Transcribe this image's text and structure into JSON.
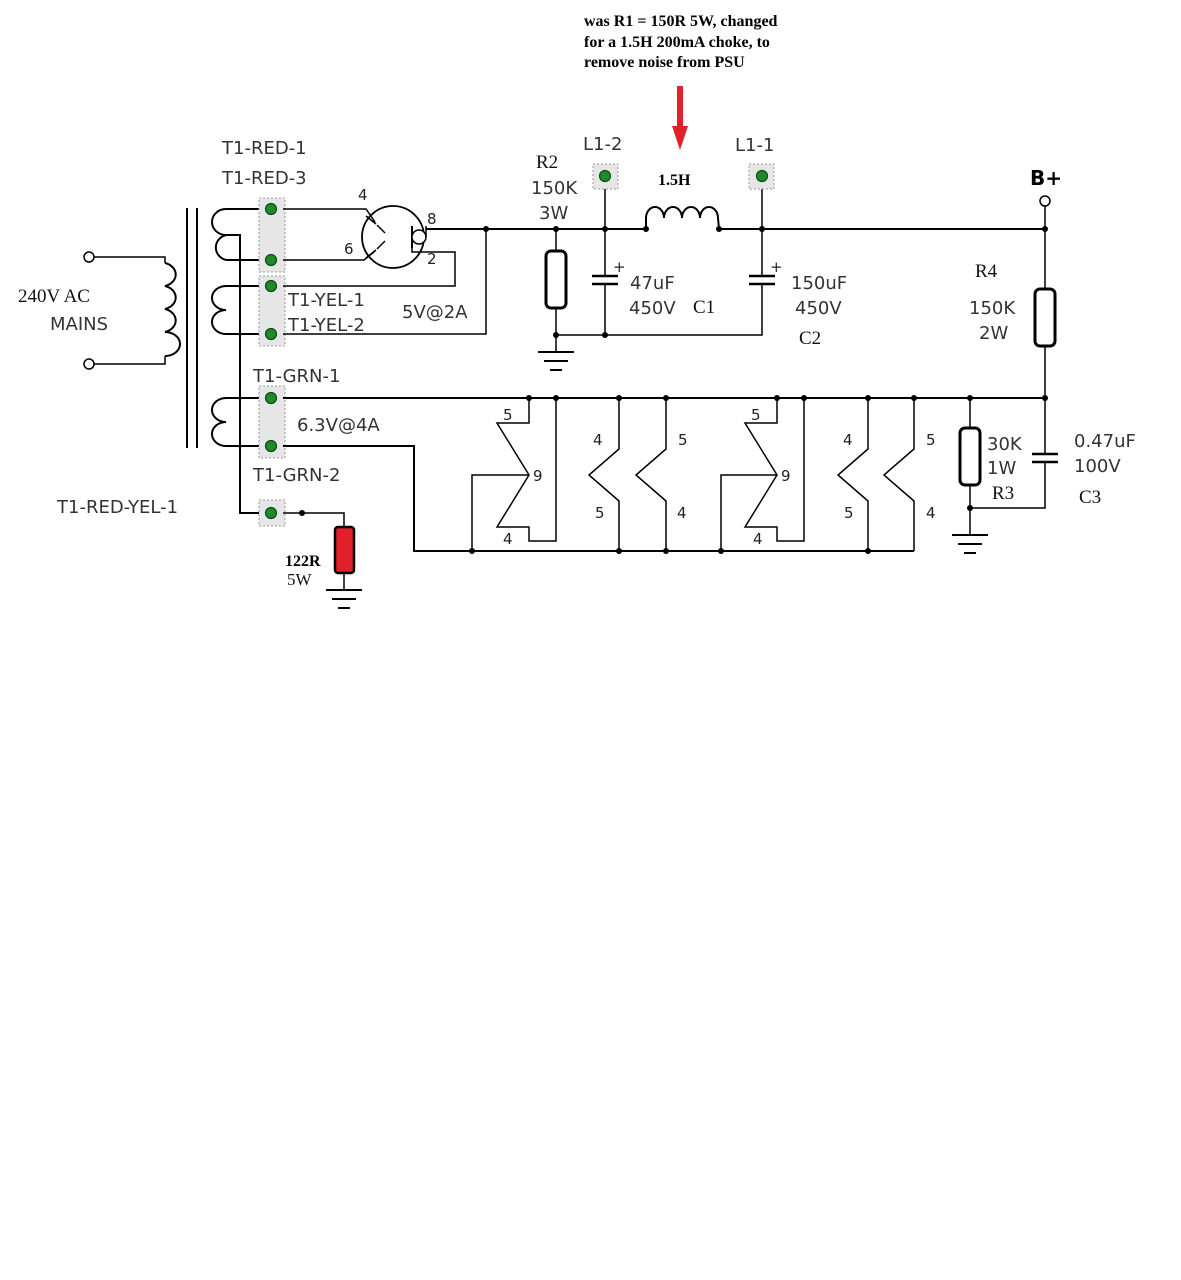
{
  "note": {
    "line1": "was R1 = 150R 5W, changed",
    "line2": "for a 1.5H 200mA choke, to",
    "line3": "remove noise from PSU",
    "arrow_color": "#e0202a"
  },
  "mains": {
    "line1": "240V AC",
    "line2": "MAINS"
  },
  "transformer": {
    "red1": "T1-RED-1",
    "red3": "T1-RED-3",
    "yel1": "T1-YEL-1",
    "yel2": "T1-YEL-2",
    "rectifier_winding": "5V@2A",
    "grn1": "T1-GRN-1",
    "heater_winding": "6.3V@4A",
    "grn2": "T1-GRN-2",
    "center_tap": "T1-RED-YEL-1"
  },
  "rectifier_pins": {
    "p4": "4",
    "p6": "6",
    "p8": "8",
    "p2": "2"
  },
  "choke": {
    "label": "1.5H",
    "tp_in": "L1-2",
    "tp_out": "L1-1"
  },
  "r2": {
    "name": "R2",
    "value": "150K",
    "power": "3W"
  },
  "c1": {
    "value": "47uF",
    "voltage": "450V",
    "name": "C1",
    "polarity": "+"
  },
  "c2": {
    "value": "150uF",
    "voltage": "450V",
    "name": "C2",
    "polarity": "+"
  },
  "r4": {
    "name": "R4",
    "value": "150K",
    "power": "2W"
  },
  "bplus": "B+",
  "r3": {
    "value": "30K",
    "power": "1W",
    "name": "R3"
  },
  "c3": {
    "value": "0.47uF",
    "voltage": "100V",
    "name": "C3"
  },
  "rct": {
    "value": "122R",
    "power": "5W",
    "color": "#e0202a"
  },
  "heater_pins": [
    {
      "top": "5",
      "mid": "9",
      "bottom": "4"
    },
    {
      "top": "4",
      "bottom": "5"
    },
    {
      "top": "5",
      "bottom": "4"
    },
    {
      "top": "5",
      "mid": "9",
      "bottom": "4"
    },
    {
      "top": "4",
      "bottom": "5"
    },
    {
      "top": "5",
      "bottom": "4"
    }
  ]
}
